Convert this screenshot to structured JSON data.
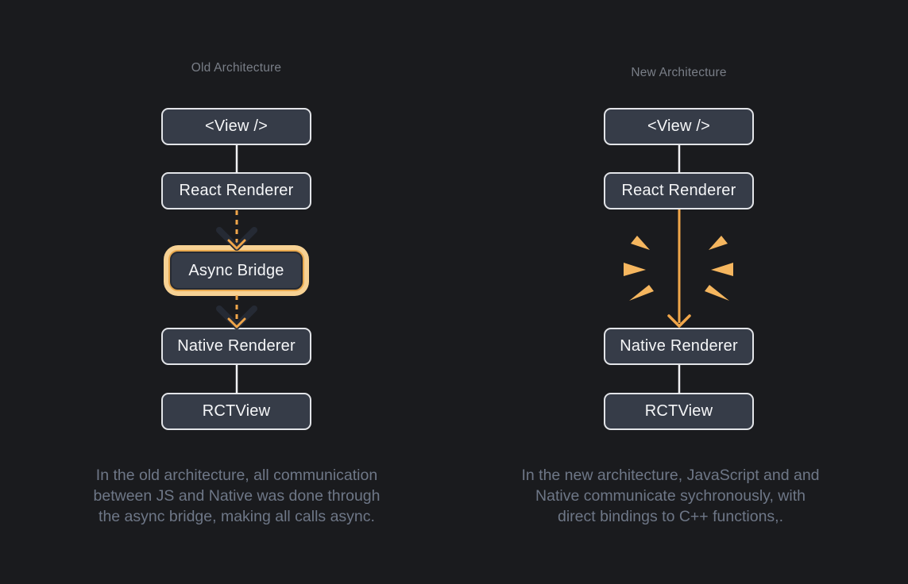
{
  "page": {
    "background_color": "#1a1b1e",
    "accent_orange": "#f0a64a",
    "highlight_ring_light": "#f7d294",
    "highlight_ring_dark": "#e9a94e",
    "node_fill": "#363c48",
    "node_border": "#e2e4e8",
    "wire_color": "#f1f2f4",
    "title_color": "#797e87",
    "caption_color": "#6e7787"
  },
  "columns": [
    {
      "title": "Old Architecture",
      "nodes": [
        {
          "label": "<View />",
          "highlighted": false
        },
        {
          "label": "React Renderer",
          "highlighted": false
        },
        {
          "label": "Async Bridge",
          "highlighted": true
        },
        {
          "label": "Native Renderer",
          "highlighted": false
        },
        {
          "label": "RCTView",
          "highlighted": false
        }
      ],
      "edges": [
        {
          "from": "<View />",
          "to": "React Renderer",
          "style": "solid-line"
        },
        {
          "from": "React Renderer",
          "to": "Async Bridge",
          "style": "dashed-arrow"
        },
        {
          "from": "Async Bridge",
          "to": "Native Renderer",
          "style": "dashed-arrow"
        },
        {
          "from": "Native Renderer",
          "to": "RCTView",
          "style": "solid-line"
        }
      ],
      "caption_lines": [
        "In the old architecture, all communication",
        "between JS and Native was done through",
        "the async bridge, making all calls async."
      ]
    },
    {
      "title": "New Architecture",
      "nodes": [
        {
          "label": "<View />",
          "highlighted": false
        },
        {
          "label": "React Renderer",
          "highlighted": false
        },
        {
          "label": "Native Renderer",
          "highlighted": false
        },
        {
          "label": "RCTView",
          "highlighted": false
        }
      ],
      "edges": [
        {
          "from": "<View />",
          "to": "React Renderer",
          "style": "solid-line"
        },
        {
          "from": "React Renderer",
          "to": "Native Renderer",
          "style": "solid-orange-arrow-with-burst"
        },
        {
          "from": "Native Renderer",
          "to": "RCTView",
          "style": "solid-line"
        }
      ],
      "caption_lines": [
        "In the new architecture, JavaScript and and",
        "Native communicate sychronously, with",
        "direct bindings to C++ functions,."
      ]
    }
  ]
}
